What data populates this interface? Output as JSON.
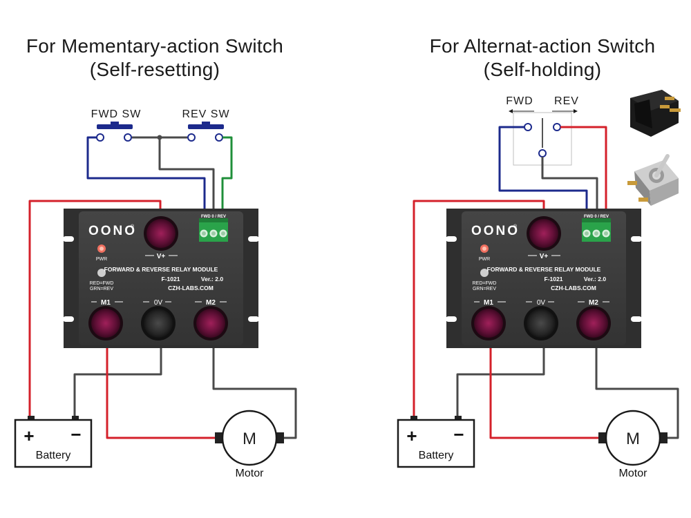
{
  "left": {
    "title_line1": "For Mementary-action Switch",
    "title_line2": "(Self-resetting)",
    "fwd_label": "FWD SW",
    "rev_label": "REV SW"
  },
  "right": {
    "title_line1": "For Alternat-action Switch",
    "title_line2": "(Self-holding)",
    "fwd_label": "FWD",
    "rev_label": "REV"
  },
  "module": {
    "brand": "OONO",
    "reg_mark": "®",
    "pwr": "PWR",
    "led_legend_1": "RED=FWD",
    "led_legend_2": "GRN=REV",
    "vplus": "V+",
    "name": "FORWARD & REVERSE RELAY MODULE",
    "model": "F-1021",
    "version": "Ver.: 2.0",
    "website": "CZH-LABS.COM",
    "terminal_labels": "FWD 0 / REV",
    "m1": "M1",
    "zero_v": "0V",
    "m2": "M2"
  },
  "battery": {
    "label": "Battery",
    "plus": "+",
    "minus": "−"
  },
  "motor": {
    "symbol": "M",
    "label": "Motor"
  },
  "colors": {
    "red_wire": "#d4202a",
    "blue_wire": "#1c2a8c",
    "green_wire": "#1f8f3a",
    "gray_wire": "#4a4a4a",
    "module_body": "#3a3a3a",
    "terminal_green": "#2aa34a",
    "post_red": "#7a1530",
    "post_black": "#2a2a2a"
  }
}
